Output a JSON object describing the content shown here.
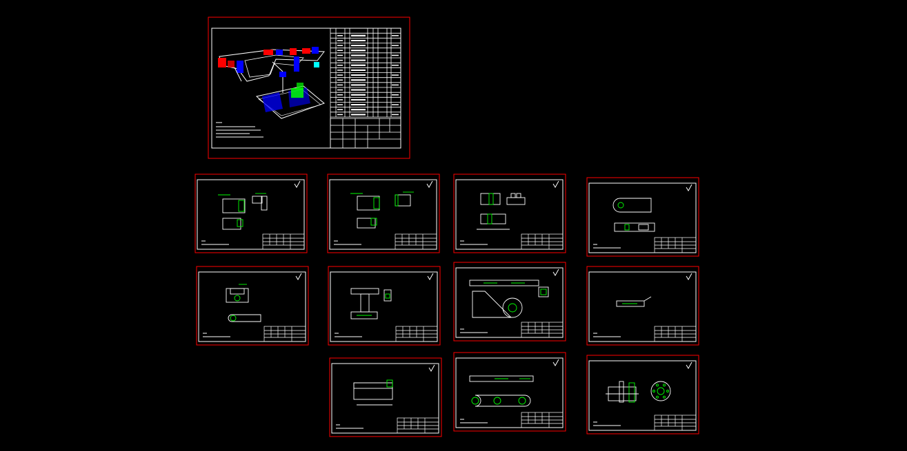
{
  "colors": {
    "background": "#000000",
    "sheet_border": "#ff0000",
    "line": "#ffffff",
    "dimension": "#00ff00",
    "assembly_blue": "#0000ff",
    "assembly_red": "#ff0000",
    "assembly_green": "#00ff00",
    "assembly_cyan": "#00ffff"
  },
  "drawing_set": {
    "assembly_sheet": {
      "name": "assembly-drawing-sheet"
    },
    "part_sheets": [
      {
        "name": "part-sheet-1"
      },
      {
        "name": "part-sheet-2"
      },
      {
        "name": "part-sheet-3"
      },
      {
        "name": "part-sheet-4"
      },
      {
        "name": "part-sheet-5"
      },
      {
        "name": "part-sheet-6"
      },
      {
        "name": "part-sheet-7"
      },
      {
        "name": "part-sheet-8"
      },
      {
        "name": "part-sheet-9"
      },
      {
        "name": "part-sheet-10"
      },
      {
        "name": "part-sheet-11"
      }
    ]
  }
}
